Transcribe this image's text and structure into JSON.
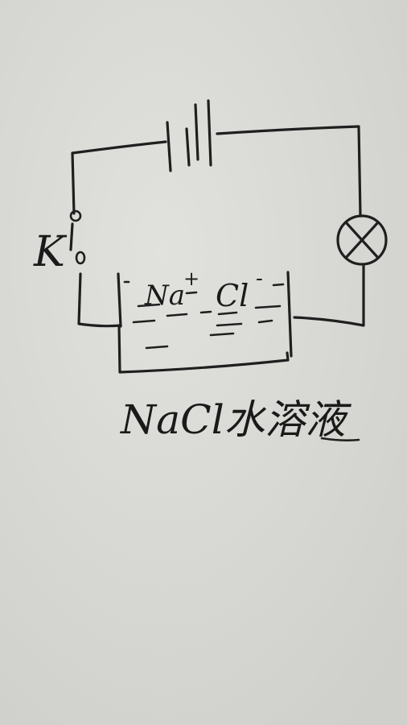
{
  "diagram": {
    "switch_label": "K",
    "ion_sodium": "Na",
    "ion_sodium_charge": "+",
    "ion_chloride": "Cl",
    "ion_chloride_charge": "-",
    "solution_label": "NaCl水溶液",
    "lamp_symbol": "×"
  },
  "colors": {
    "paper": "#d9d9d6",
    "ink": "#1f1f1f"
  }
}
